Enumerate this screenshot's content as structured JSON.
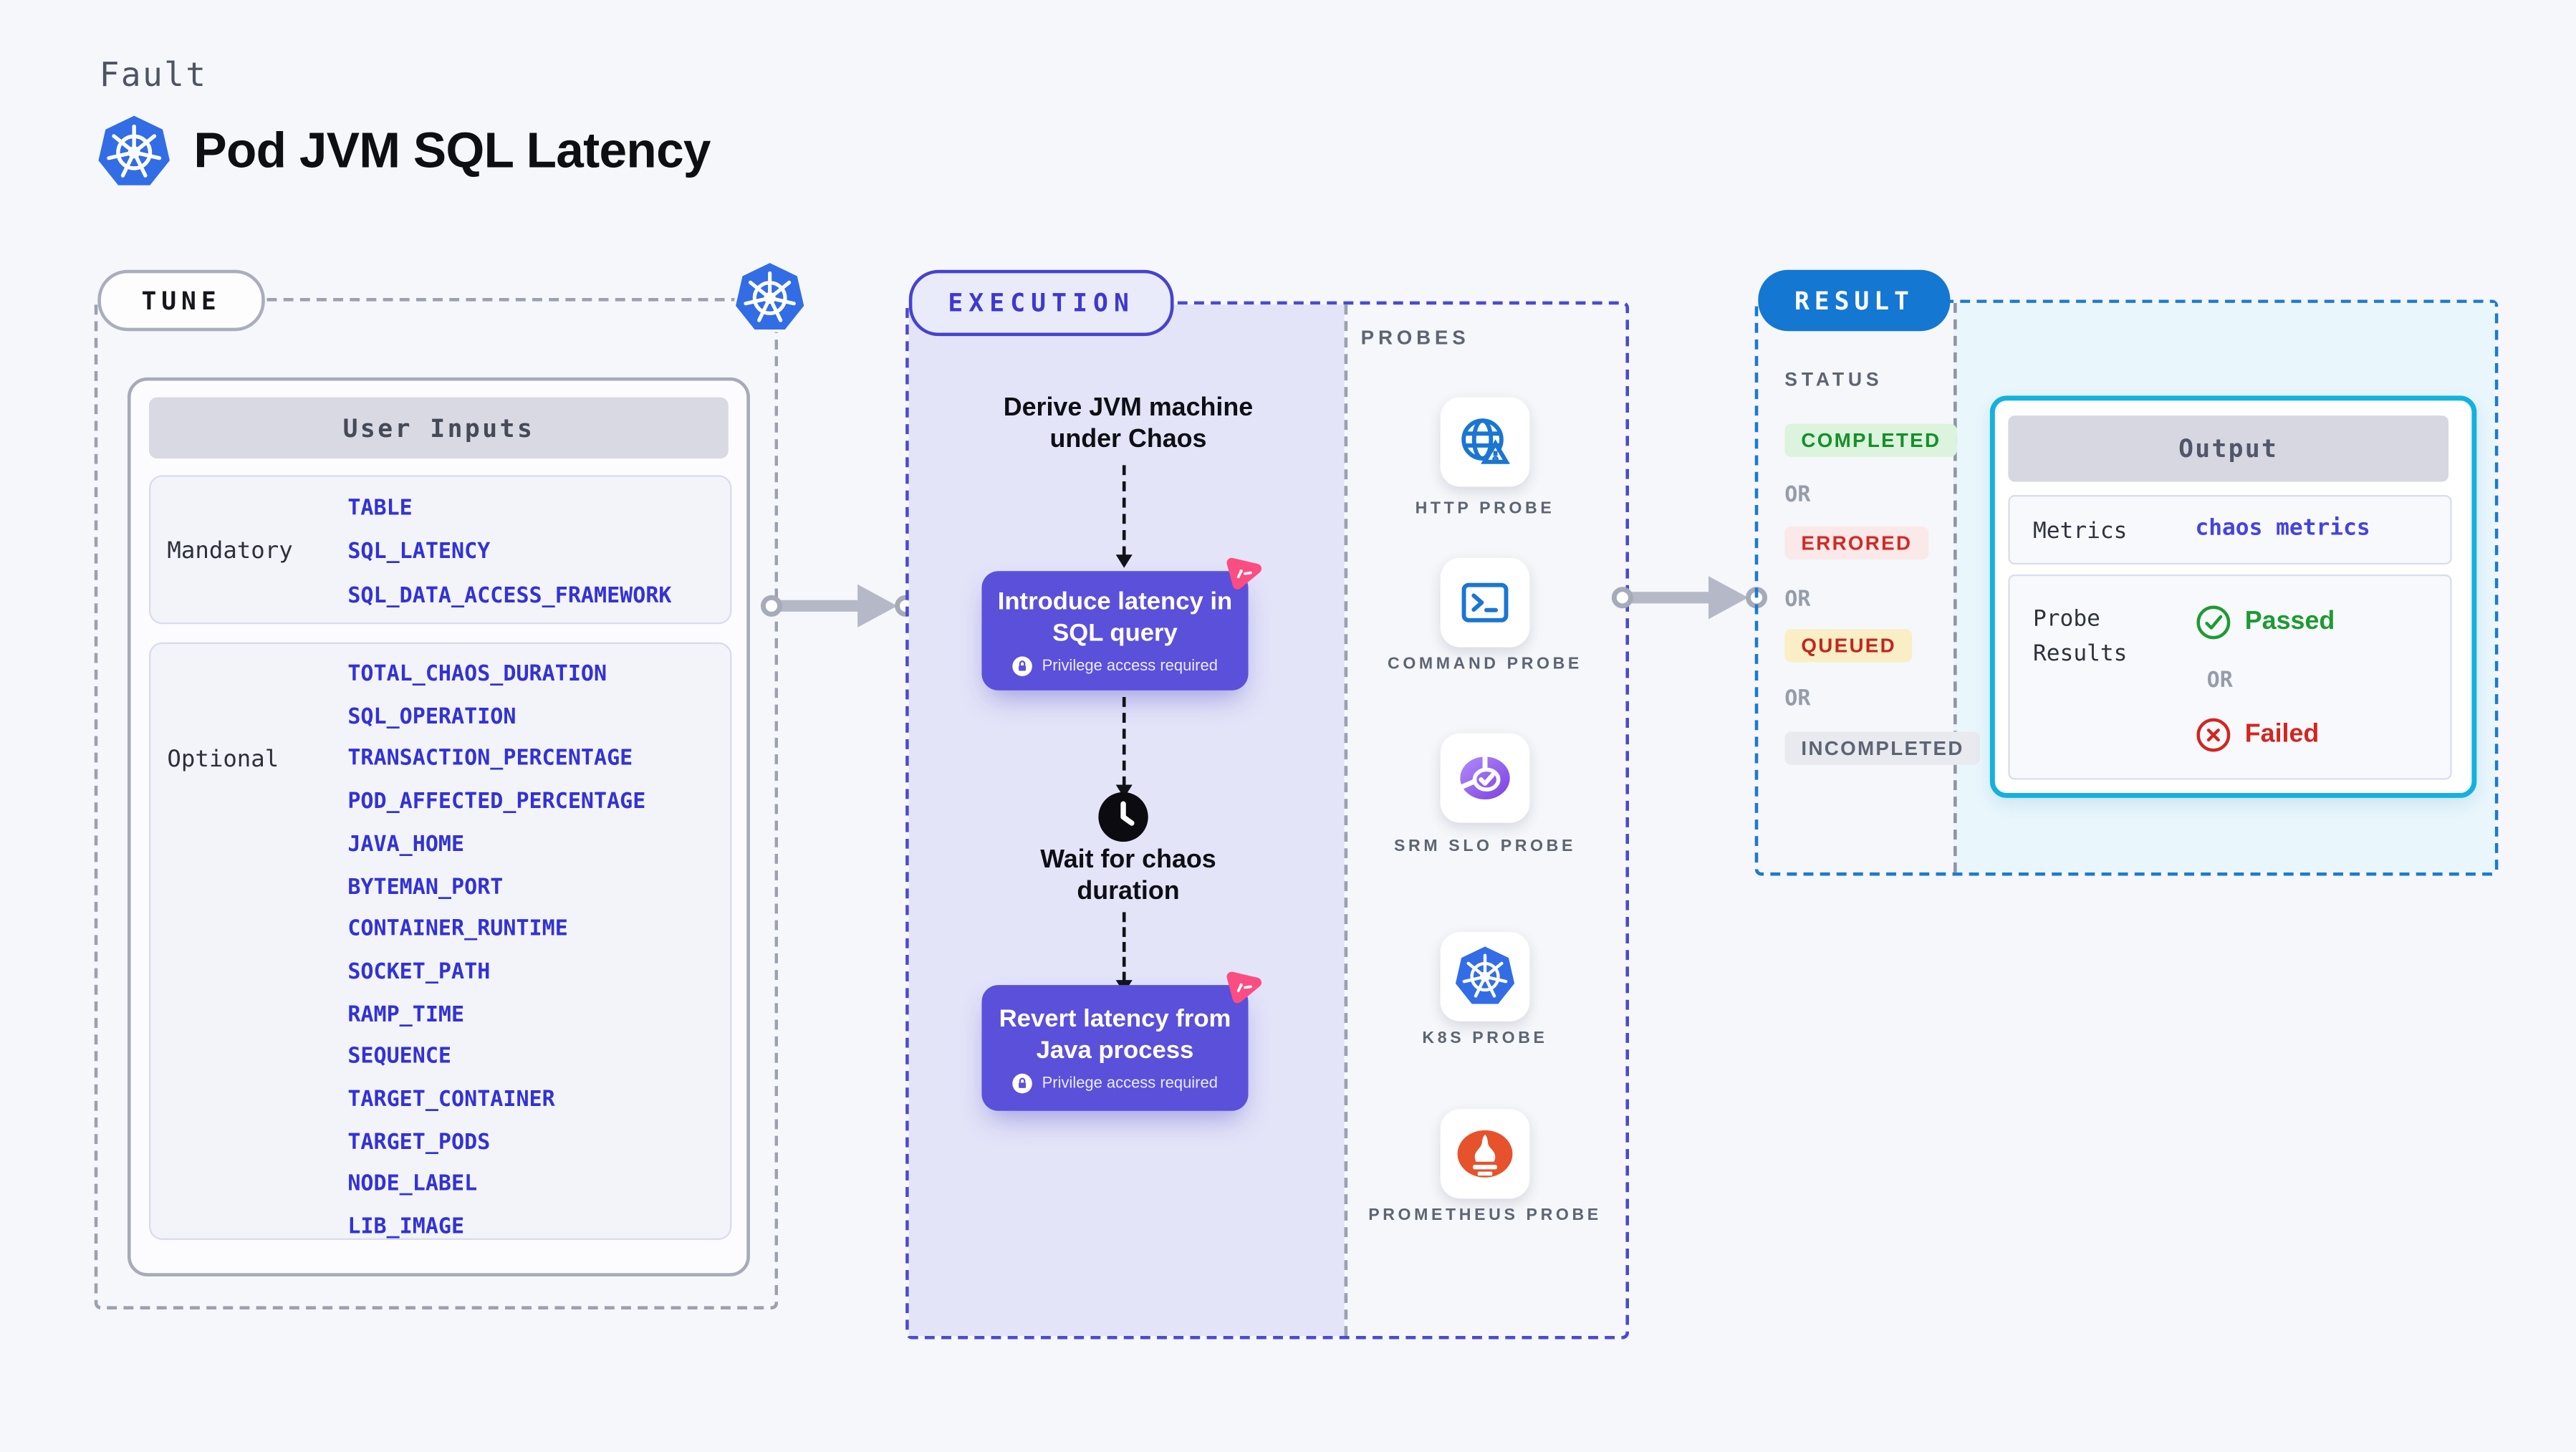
{
  "header": {
    "kicker": "Fault",
    "title": "Pod JVM SQL Latency"
  },
  "tune": {
    "label": "TUNE",
    "card_title": "User Inputs",
    "groups": [
      {
        "label": "Mandatory",
        "items": [
          "TABLE",
          "SQL_LATENCY",
          "SQL_DATA_ACCESS_FRAMEWORK"
        ]
      },
      {
        "label": "Optional",
        "items": [
          "TOTAL_CHAOS_DURATION",
          "SQL_OPERATION",
          "TRANSACTION_PERCENTAGE",
          "POD_AFFECTED_PERCENTAGE",
          "JAVA_HOME",
          "BYTEMAN_PORT",
          "CONTAINER_RUNTIME",
          "SOCKET_PATH",
          "RAMP_TIME",
          "SEQUENCE",
          "TARGET_CONTAINER",
          "TARGET_PODS",
          "NODE_LABEL",
          "LIB_IMAGE"
        ]
      }
    ]
  },
  "execution": {
    "label": "EXECUTION",
    "derive": {
      "line1": "Derive JVM machine",
      "line2": "under Chaos"
    },
    "step1": {
      "line1": "Introduce latency in",
      "line2": "SQL query"
    },
    "wait": {
      "line1": "Wait for chaos",
      "line2": "duration"
    },
    "step2": {
      "line1": "Revert latency from",
      "line2": "Java process"
    },
    "privilege_label": "Privilege access required"
  },
  "probes": {
    "label": "PROBES",
    "items": [
      {
        "label": "HTTP PROBE",
        "icon": "globe-alert-icon"
      },
      {
        "label": "COMMAND PROBE",
        "icon": "terminal-icon"
      },
      {
        "label": "SRM SLO PROBE",
        "icon": "slo-gauge-icon"
      },
      {
        "label": "K8S PROBE",
        "icon": "kubernetes-icon"
      },
      {
        "label": "PROMETHEUS PROBE",
        "icon": "prometheus-icon"
      }
    ]
  },
  "result": {
    "label": "RESULT",
    "status_label": "STATUS",
    "or_label": "OR",
    "statuses": [
      {
        "label": "COMPLETED",
        "color": "#15902b"
      },
      {
        "label": "ERRORED",
        "color": "#d02b26"
      },
      {
        "label": "QUEUED",
        "color": "#c0261f"
      },
      {
        "label": "INCOMPLETED",
        "color": "#5c6573"
      }
    ],
    "output": {
      "title": "Output",
      "metrics_label": "Metrics",
      "metrics_value": "chaos metrics",
      "probe_results_label": "Probe Results",
      "passed_label": "Passed",
      "or_label": "OR",
      "failed_label": "Failed"
    }
  },
  "colors": {
    "kubernetes_blue": "#326de6",
    "execution_purple": "#5a50da",
    "execution_border": "#4b49d2",
    "fault_pink": "#fb4d82",
    "result_blue": "#1477d2",
    "output_cyan": "#14b1de",
    "param_blue": "#3232d6",
    "probe_icon_blue": "#1b76d2",
    "prometheus_orange": "#e6522c"
  }
}
